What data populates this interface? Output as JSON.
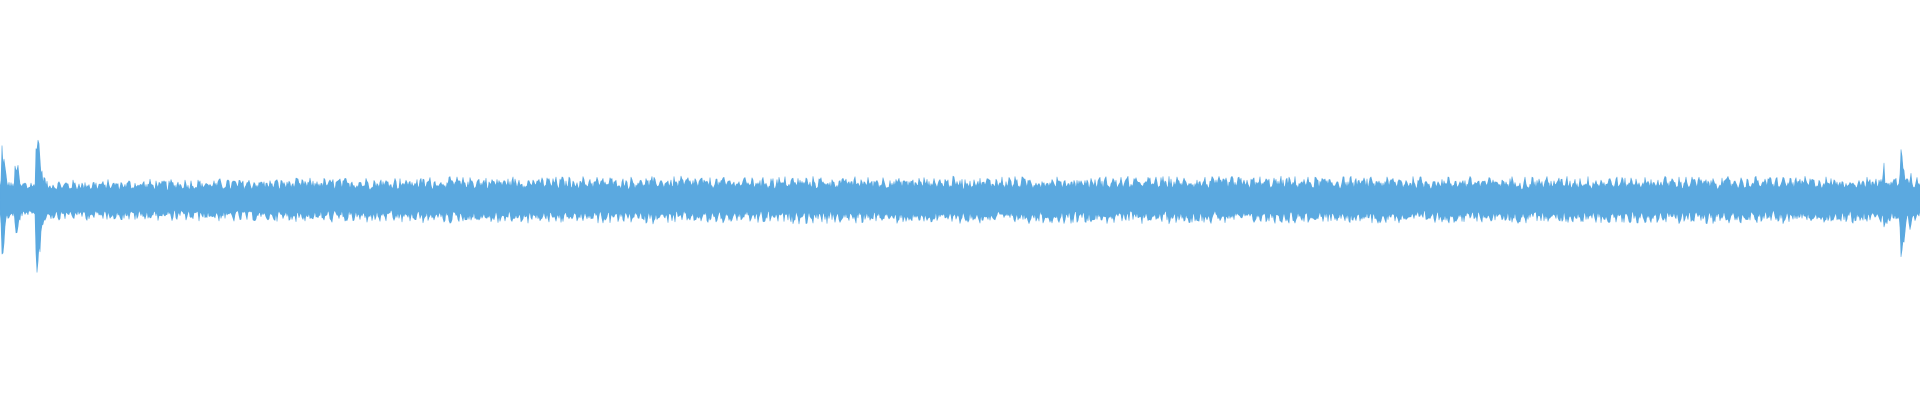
{
  "waveform": {
    "color": "#5BA9E0",
    "background": "#ffffff",
    "baseline_level": 0.5,
    "envelope": {
      "base_amplitude": 0.06,
      "start_transients": [
        {
          "position": 0.001,
          "amplitude": 0.17
        },
        {
          "position": 0.008,
          "amplitude": 0.14
        },
        {
          "position": 0.019,
          "amplitude": 0.26
        }
      ],
      "end_transients": [
        {
          "position": 0.981,
          "amplitude": 0.12
        },
        {
          "position": 0.99,
          "amplitude": 0.21
        },
        {
          "position": 0.995,
          "amplitude": 0.11
        }
      ]
    }
  }
}
